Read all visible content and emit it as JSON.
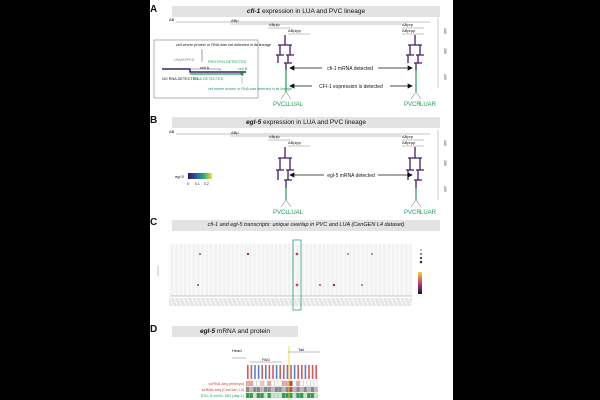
{
  "panels": {
    "A": {
      "letter": "A",
      "title_gene": "cfi-1",
      "title_rest": " expression in LUA and PVC lineage",
      "lineage": [
        "AB",
        "ABp",
        "ABplp",
        "ABplpp",
        "ABprp",
        "ABprpp"
      ],
      "cells": {
        "pvcl": "PVCL",
        "lual": "LUAL",
        "pvcr": "PVCR",
        "luar": "LUAR"
      },
      "annotations": {
        "mrna": "cfi-1 mRNA detected",
        "protein": "CFI-1 expression is detected"
      },
      "legend": {
        "top_note": "cell where protein or RNA was not detected in its lineage",
        "unmapped": "UNMAPPED",
        "protein_detected": "PROTEIN DETECTED",
        "cell_a": "cell A",
        "cell_b": "cell B",
        "no_rna": "NO RNA DETECTED",
        "rna_detected": "RNA DETECTED",
        "bottom_note": "cell where protein or RNA was detected in its lineage"
      },
      "axis": [
        "100",
        "200",
        "400"
      ]
    },
    "B": {
      "letter": "B",
      "title_gene": "egl-5",
      "title_rest": " expression in LUA and PVC lineage",
      "lineage": [
        "AB",
        "ABp",
        "ABplp",
        "ABplpp",
        "ABprp",
        "ABprpp"
      ],
      "cells": {
        "pvcl": "PVCL",
        "lual": "LUAL",
        "pvcr": "PVCR",
        "luar": "LUAR"
      },
      "annotations": {
        "mrna": "egl-5 mRNA detected"
      },
      "colorbar": {
        "label": "egl-5",
        "ticks": [
          "0",
          "0.1",
          "0.2"
        ]
      },
      "axis": [
        "100",
        "200",
        "400"
      ]
    },
    "C": {
      "letter": "C",
      "title": "cfi-1 and egl-5 transcripts: unique overlap in PVC and LUA (CenGEN L4 dataset)"
    },
    "D": {
      "letter": "D",
      "title_gene": "egl-5",
      "title_rest": " mRNA and protein",
      "groups": {
        "head": "Head",
        "pag": "PAG",
        "tail": "Tail"
      },
      "rows": [
        "scRNA-seq (embryo)",
        "scRNA-seq (CenGen L4)",
        "EGL-5::mNG, AID (day 1)"
      ]
    }
  },
  "colors": {
    "lineage_purple": "#3d1d6e",
    "neuron_green": "#1a9e5a",
    "title_bg": "#e3e3e3",
    "highlight_box": "#2fa37a"
  }
}
